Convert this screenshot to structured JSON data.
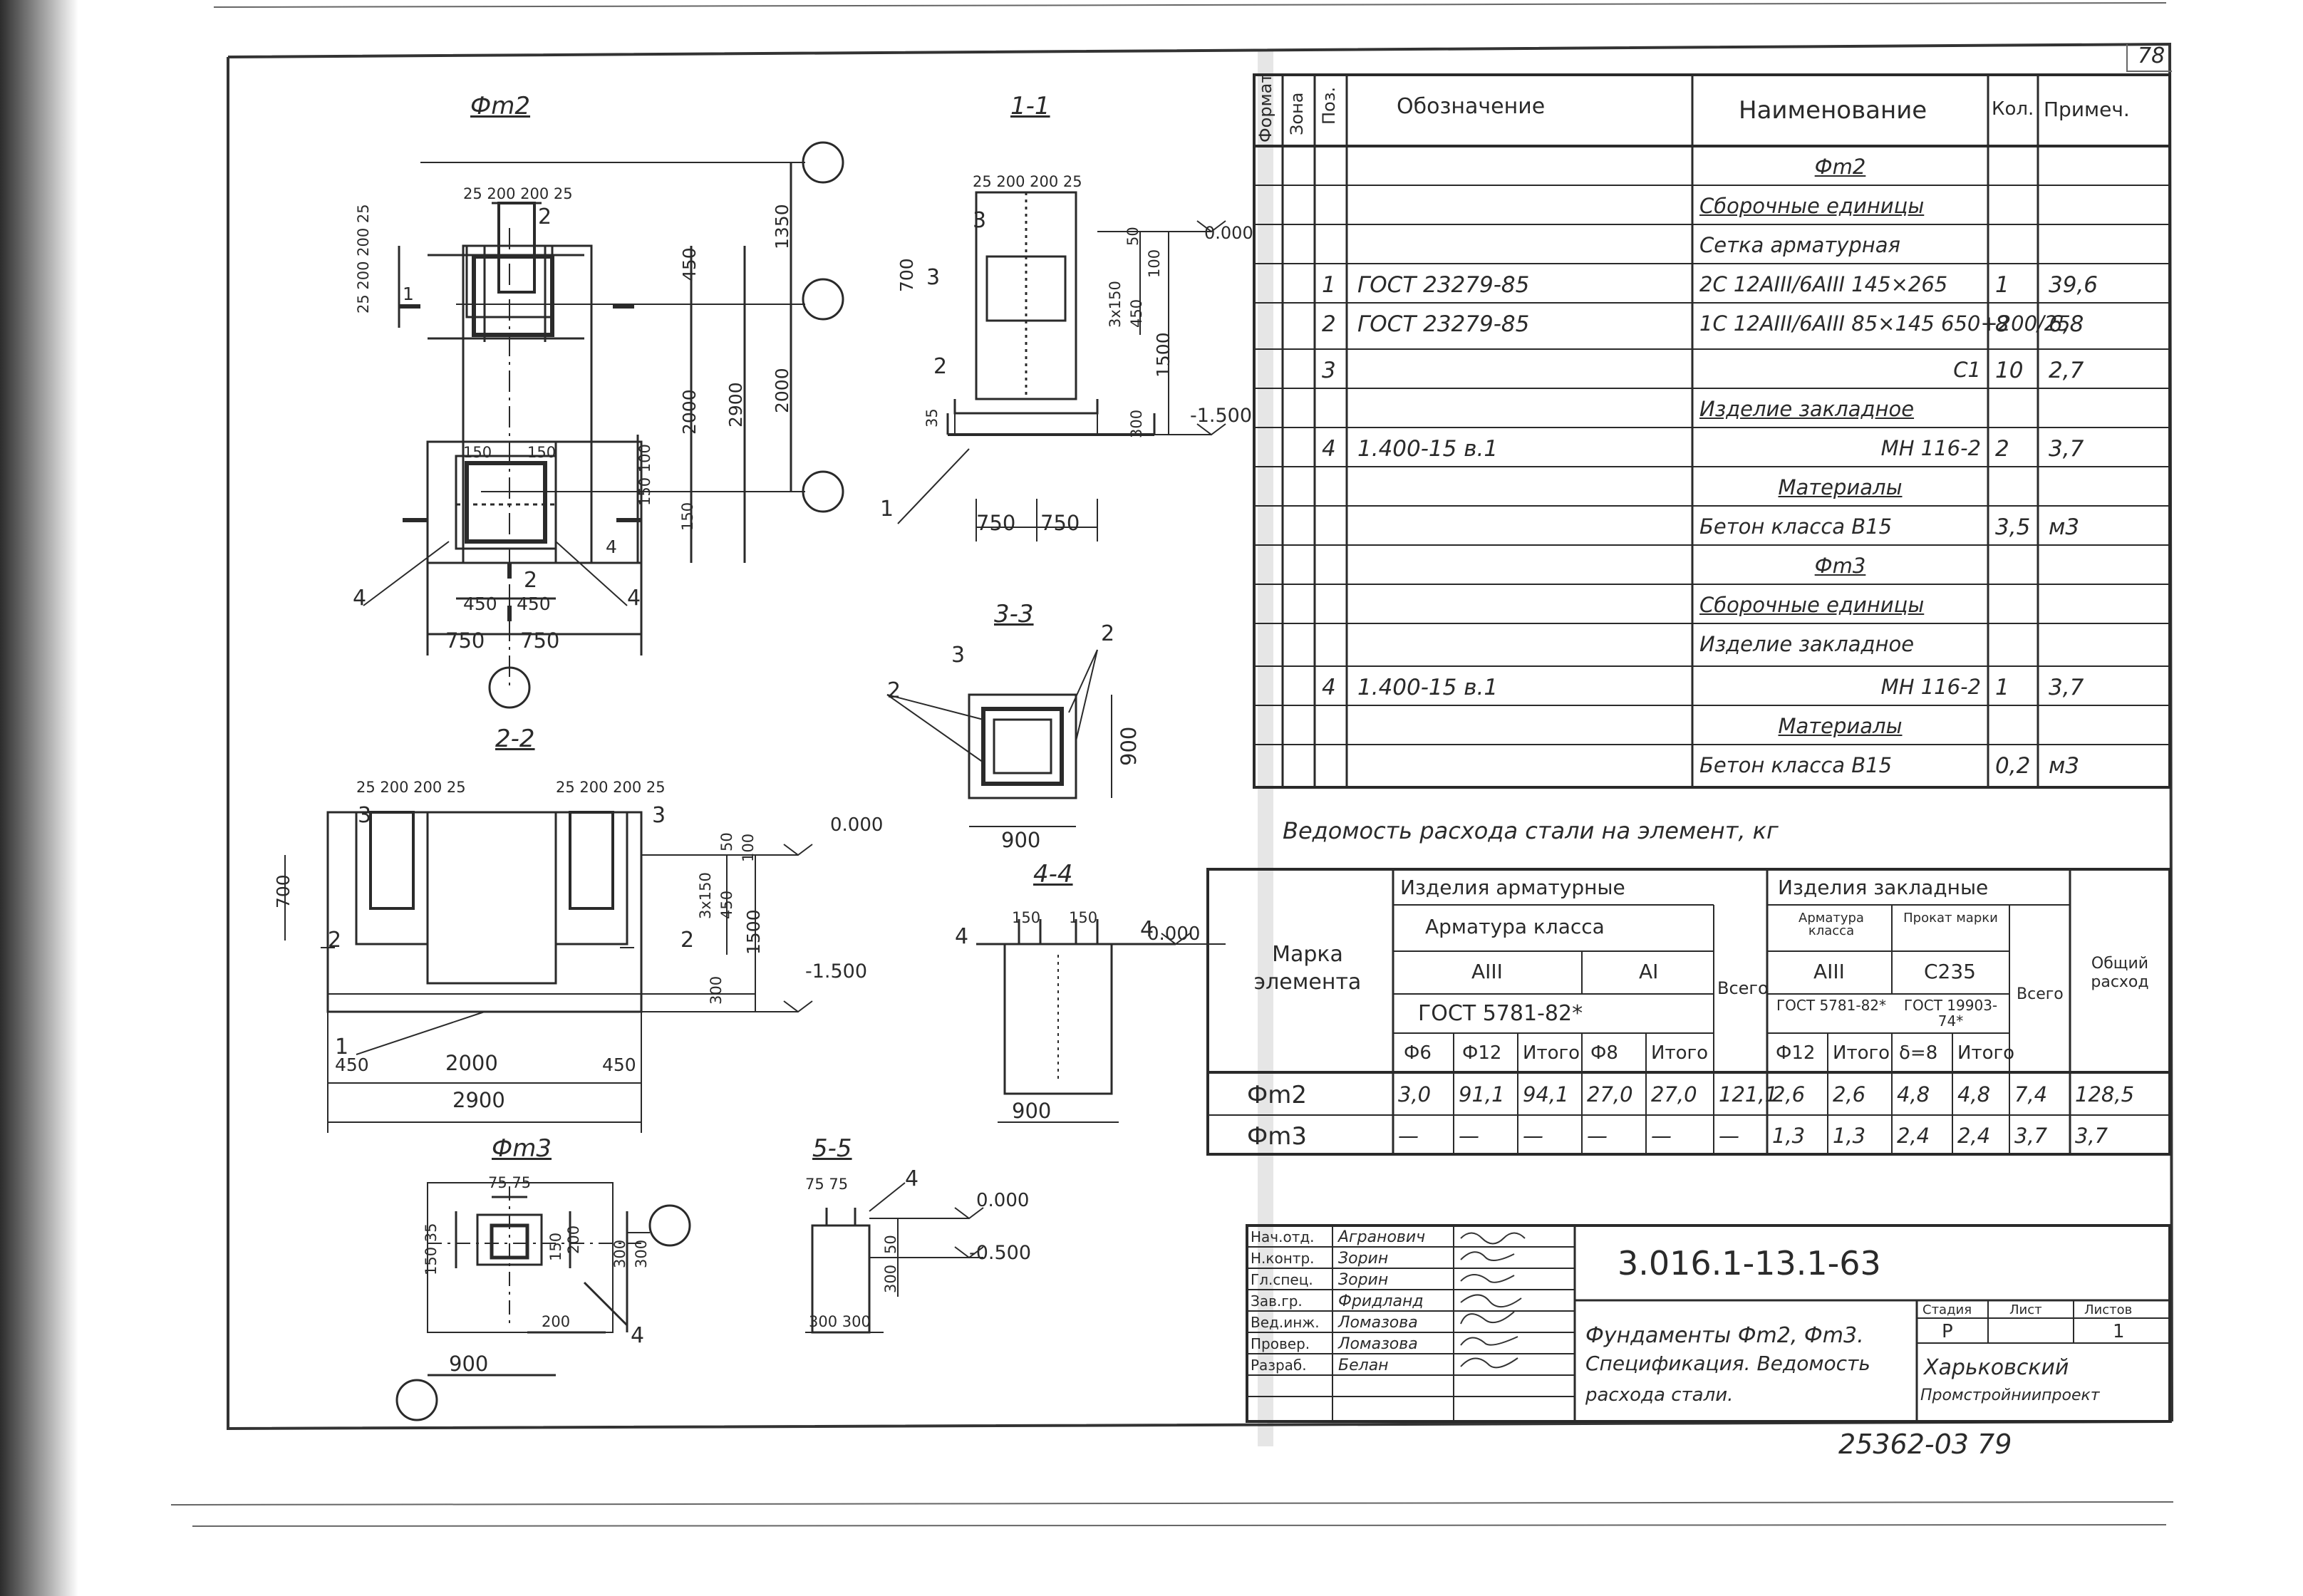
{
  "sheet": {
    "sheet_no": "78",
    "stamp": "25362-03  79"
  },
  "views": {
    "fm2_title": "Фm2",
    "sec_1_1": "1-1",
    "sec_2_2": "2-2",
    "sec_3_3": "3-3",
    "sec_4_4": "4-4",
    "sec_5_5": "5-5",
    "fm3_title": "Фm3"
  },
  "plan_fm2": {
    "top_dims": "25 200 200 25",
    "top_mark": "2",
    "left_dims": "25 200 200 25",
    "v_1350": "1350",
    "v_450": "450",
    "v_2000a": "2000",
    "v_2900": "2900",
    "v_2000b": "2000",
    "v_150_100": "150 100",
    "v_150": "150",
    "d_150a": "150",
    "d_150b": "150",
    "cut_1": "1",
    "cut_4": "4",
    "cut_2": "2",
    "d_450a": "450",
    "d_450b": "450",
    "d_750a": "750",
    "d_750b": "750",
    "lbl_4a": "4",
    "lbl_4b": "4"
  },
  "sec11": {
    "top_dims": "25 200 200 25",
    "mark_3": "3",
    "mark_2": "2",
    "v_700": "700",
    "v_3": "3",
    "lev_0": "0.000",
    "v_50": "50",
    "v_100": "100",
    "v_3x150": "3х150",
    "v_450": "450",
    "v_1500": "1500",
    "v_300": "300",
    "lev_1500": "-1.500",
    "v_35": "35",
    "d_750a": "750",
    "d_750b": "750",
    "lbl_1": "1"
  },
  "sec33": {
    "lbl_3": "3",
    "lbl_2a": "2",
    "lbl_2b": "2",
    "d_900v": "900",
    "d_900h": "900"
  },
  "sec22": {
    "top_dims_l": "25 200 200 25",
    "top_dims_r": "25 200 200 25",
    "mark_3l": "3",
    "mark_3r": "3",
    "v_700": "700",
    "lev_0": "0.000",
    "v_50": "50",
    "v_100": "100",
    "v_3x150": "3х150",
    "v_450": "450",
    "v_1500": "1500",
    "v_300": "300",
    "lev_1500": "-1.500",
    "mark_2l": "2",
    "mark_2r": "2",
    "lbl_1": "1",
    "d_450a": "450",
    "d_2000": "2000",
    "d_450b": "450",
    "d_2900": "2900"
  },
  "sec44": {
    "lbl_4a": "4",
    "lbl_4b": "4",
    "d_150a": "150",
    "d_150b": "150",
    "lev_0": "0.000",
    "d_900": "900"
  },
  "fm3": {
    "top_dims": "75 75",
    "left_v": "150 35",
    "d_150": "150",
    "d_200": "200",
    "d_300a": "300",
    "d_300b": "300",
    "d_200b": "200",
    "lbl_4": "4",
    "d_900": "900"
  },
  "sec55": {
    "top_dims": "75 75",
    "lbl_4": "4",
    "lev_0": "0.000",
    "lev_500": "-0.500",
    "v_50": "50",
    "v_300": "300",
    "bot_dims": "300 300"
  },
  "spec": {
    "headers": {
      "format": "Формат",
      "zone": "Зона",
      "pos": "Поз.",
      "designation": "Обозначение",
      "name": "Наименование",
      "qty": "Кол.",
      "note": "Примеч."
    },
    "rows": [
      {
        "pos": "",
        "des": "",
        "name": "Фm2",
        "qty": "",
        "note": "",
        "style": "center"
      },
      {
        "pos": "",
        "des": "",
        "name": "Сборочные единицы",
        "qty": "",
        "note": "",
        "style": "u"
      },
      {
        "pos": "",
        "des": "",
        "name": "Сетка арматурная",
        "qty": "",
        "note": "",
        "style": ""
      },
      {
        "pos": "1",
        "des": "ГОСТ 23279-85",
        "name": "2С 12АIII/6АIII 145×265",
        "qty": "1",
        "note": "39,6",
        "style": ""
      },
      {
        "pos": "2",
        "des": "ГОСТ 23279-85",
        "name": "1С 12АIII/6АIII 85×145 650+200/25",
        "qty": "8",
        "note": "6,8",
        "style": ""
      },
      {
        "pos": "3",
        "des": "",
        "name": "С1",
        "qty": "10",
        "note": "2,7",
        "style": "right"
      },
      {
        "pos": "",
        "des": "",
        "name": "Изделие закладное",
        "qty": "",
        "note": "",
        "style": "u"
      },
      {
        "pos": "4",
        "des": "1.400-15 в.1",
        "name": "МН 116-2",
        "qty": "2",
        "note": "3,7",
        "style": "right"
      },
      {
        "pos": "",
        "des": "",
        "name": "Материалы",
        "qty": "",
        "note": "",
        "style": "center"
      },
      {
        "pos": "",
        "des": "",
        "name": "Бетон класса В15",
        "qty": "3,5",
        "note": "м3",
        "style": ""
      },
      {
        "pos": "",
        "des": "",
        "name": "Фm3",
        "qty": "",
        "note": "",
        "style": "center"
      },
      {
        "pos": "",
        "des": "",
        "name": "Сборочные единицы",
        "qty": "",
        "note": "",
        "style": "u"
      },
      {
        "pos": "",
        "des": "",
        "name": "Изделие закладное",
        "qty": "",
        "note": "",
        "style": ""
      },
      {
        "pos": "4",
        "des": "1.400-15 в.1",
        "name": "МН 116-2",
        "qty": "1",
        "note": "3,7",
        "style": "right"
      },
      {
        "pos": "",
        "des": "",
        "name": "Материалы",
        "qty": "",
        "note": "",
        "style": "center"
      },
      {
        "pos": "",
        "des": "",
        "name": "Бетон класса В15",
        "qty": "0,2",
        "note": "м3",
        "style": ""
      }
    ]
  },
  "steel": {
    "title": "Ведомость расхода стали на элемент, кг",
    "h_mark": "Марка элемента",
    "h_rebar_items": "Изделия арматурные",
    "h_rebar_class": "Арматура класса",
    "h_aiii": "АIII",
    "h_ai": "АI",
    "h_gost5781": "ГОСТ 5781-82*",
    "h_total": "Всего",
    "h_embed": "Изделия закладные",
    "h_emb_rebar": "Арматура класса",
    "h_emb_aiii": "АIII",
    "h_emb_gost": "ГОСТ 5781-82*",
    "h_profile": "Прокат марки",
    "h_c235": "С235",
    "h_gost19903": "ГОСТ 19903-74*",
    "h_emb_total": "Всего",
    "h_overall": "Общий расход",
    "sub": [
      "Ф6",
      "Ф12",
      "Итого",
      "Ф8",
      "Итого",
      "Ф12",
      "Итого",
      "δ=8",
      "Итого"
    ],
    "rows": [
      {
        "mark": "Фm2",
        "v": [
          "3,0",
          "91,1",
          "94,1",
          "27,0",
          "27,0",
          "121,1",
          "2,6",
          "2,6",
          "4,8",
          "4,8",
          "7,4",
          "128,5"
        ]
      },
      {
        "mark": "Фm3",
        "v": [
          "—",
          "—",
          "—",
          "—",
          "—",
          "—",
          "1,3",
          "1,3",
          "2,4",
          "2,4",
          "3,7",
          "3,7"
        ]
      }
    ]
  },
  "titleblock": {
    "roles": [
      "Нач.отд.",
      "Н.контр.",
      "Гл.спец.",
      "Зав.гр.",
      "Вед.инж.",
      "Провер.",
      "Разраб."
    ],
    "names": [
      "Агранович",
      "Зорин",
      "Зорин",
      "Фридланд",
      "Ломазова",
      "Ломазова",
      "Белан"
    ],
    "doc_no": "3.016.1-13.1-63",
    "desc_1": "Фундаменты Фm2, Фm3.",
    "desc_2": "Спецификация. Ведомость",
    "desc_3": "расхода стали.",
    "h_stage": "Стадия",
    "h_sheet": "Лист",
    "h_sheets": "Листов",
    "stage": "Р",
    "sheet": "",
    "sheets": "1",
    "org_1": "Харьковский",
    "org_2": "Промстройниипроект"
  }
}
